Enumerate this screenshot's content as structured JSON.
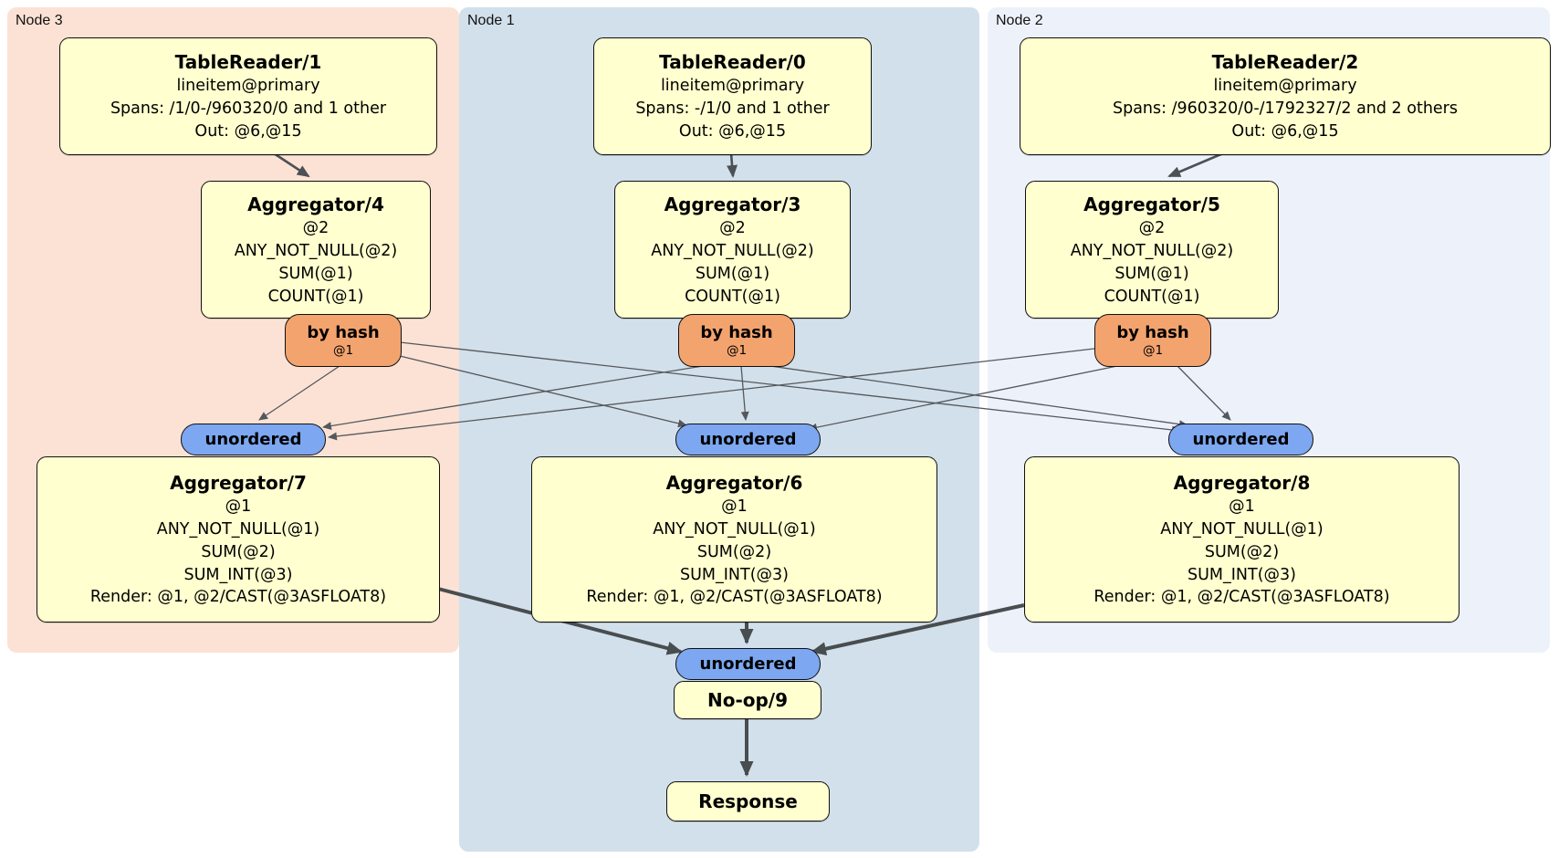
{
  "diagram": {
    "regions": [
      {
        "id": "node3",
        "label": "Node 3",
        "bg": "#fce2d4"
      },
      {
        "id": "node1",
        "label": "Node 1",
        "bg": "#d2e0eb"
      },
      {
        "id": "node2",
        "label": "Node 2",
        "bg": "#edf2fa"
      }
    ],
    "router": {
      "label": "by hash",
      "sub": "@1"
    },
    "stream": {
      "label": "unordered"
    },
    "nodes": {
      "tr1": {
        "title": "TableReader/1",
        "lines": [
          "lineitem@primary",
          "Spans: /1/0-/960320/0 and 1 other",
          "Out: @6,@15"
        ]
      },
      "tr0": {
        "title": "TableReader/0",
        "lines": [
          "lineitem@primary",
          "Spans: -/1/0 and 1 other",
          "Out: @6,@15"
        ]
      },
      "tr2": {
        "title": "TableReader/2",
        "lines": [
          "lineitem@primary",
          "Spans: /960320/0-/1792327/2 and 2 others",
          "Out: @6,@15"
        ]
      },
      "agg4": {
        "title": "Aggregator/4",
        "lines": [
          "@2",
          "ANY_NOT_NULL(@2)",
          "SUM(@1)",
          "COUNT(@1)"
        ]
      },
      "agg3": {
        "title": "Aggregator/3",
        "lines": [
          "@2",
          "ANY_NOT_NULL(@2)",
          "SUM(@1)",
          "COUNT(@1)"
        ]
      },
      "agg5": {
        "title": "Aggregator/5",
        "lines": [
          "@2",
          "ANY_NOT_NULL(@2)",
          "SUM(@1)",
          "COUNT(@1)"
        ]
      },
      "agg7": {
        "title": "Aggregator/7",
        "lines": [
          "@1",
          "ANY_NOT_NULL(@1)",
          "SUM(@2)",
          "SUM_INT(@3)",
          "Render: @1, @2/CAST(@3ASFLOAT8)"
        ]
      },
      "agg6": {
        "title": "Aggregator/6",
        "lines": [
          "@1",
          "ANY_NOT_NULL(@1)",
          "SUM(@2)",
          "SUM_INT(@3)",
          "Render: @1, @2/CAST(@3ASFLOAT8)"
        ]
      },
      "agg8": {
        "title": "Aggregator/8",
        "lines": [
          "@1",
          "ANY_NOT_NULL(@1)",
          "SUM(@2)",
          "SUM_INT(@3)",
          "Render: @1, @2/CAST(@3ASFLOAT8)"
        ]
      },
      "noop": {
        "title": "No-op/9"
      },
      "response": {
        "title": "Response"
      }
    },
    "colors": {
      "node_fill": "#ffffcf",
      "node_border": "#101010",
      "router_fill": "#f3a46e",
      "stream_fill": "#7da7f0",
      "edge_thin": "#54585b",
      "edge_thick": "#484d50"
    }
  }
}
